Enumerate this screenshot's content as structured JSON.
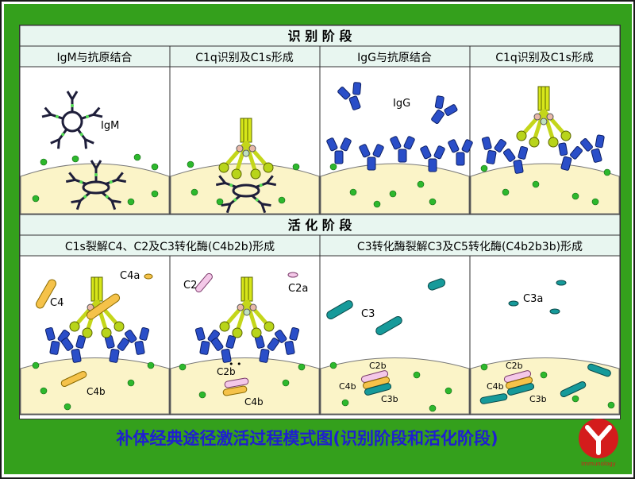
{
  "stage1_title": "识 别 阶 段",
  "stage2_title": "活 化 阶 段",
  "panels_top": [
    {
      "header": "IgM与抗原结合",
      "label": "IgM"
    },
    {
      "header": "C1q识别及C1s形成"
    },
    {
      "header": "IgG与抗原结合",
      "label": "IgG"
    },
    {
      "header": "C1q识别及C1s形成"
    }
  ],
  "panels_bottom": [
    {
      "header": "C1s裂解C4、C2及C3转化酶(C4b2b)形成"
    },
    {
      "header": "C3转化酶裂解C3及C5转化酶(C4b2b3b)形成"
    }
  ],
  "labels": {
    "c4": "C4",
    "c4a": "C4a",
    "c4b": "C4b",
    "c2": "C2",
    "c2a": "C2a",
    "c2b": "C2b",
    "c3": "C3",
    "c3a": "C3a",
    "c3b": "C3b",
    "dots": "•  •"
  },
  "caption": "补体经典途径激活过程模式图(识别阶段和活化阶段)",
  "logo_text": "Immunology",
  "colors": {
    "border_green": "#34a01c",
    "header_bg": "#e8f6f0",
    "membrane": "#fbf4c8",
    "caption": "#1f1fd0",
    "logo": "#d41c1c"
  }
}
